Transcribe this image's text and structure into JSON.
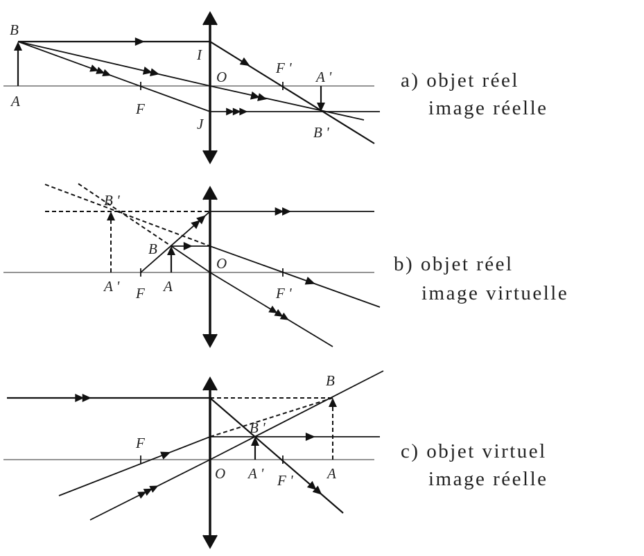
{
  "panels": [
    {
      "id": "a",
      "caption_line1": "a) objet réel",
      "caption_line2": "image réelle",
      "labels": {
        "B": "B",
        "A": "A",
        "I": "I",
        "O": "O",
        "J": "J",
        "F": "F",
        "Fp": "F '",
        "Ap": "A '",
        "Bp": "B '"
      }
    },
    {
      "id": "b",
      "caption_line1": "b) objet réel",
      "caption_line2": "image virtuelle",
      "labels": {
        "Bp": "B '",
        "B": "B",
        "O": "O",
        "Ap": "A '",
        "F": "F",
        "A": "A",
        "Fp": "F '"
      }
    },
    {
      "id": "c",
      "caption_line1": "c) objet virtuel",
      "caption_line2": "image réelle",
      "labels": {
        "B": "B",
        "Bp": "B '",
        "F": "F",
        "O": "O",
        "Ap": "A '",
        "Fp": "F '",
        "A": "A"
      }
    }
  ]
}
